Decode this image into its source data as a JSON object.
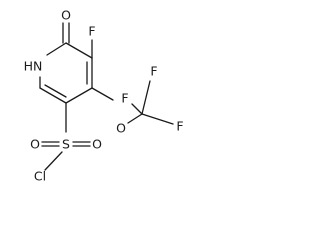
{
  "molecule": {
    "atoms": {
      "o_carbonyl": "O",
      "f_ring": "F",
      "nh": "HN",
      "o_ether": "O",
      "f_top": "F",
      "f_left": "F",
      "f_right": "F",
      "s": "S",
      "o_sulfonyl_left": "O",
      "o_sulfonyl_right": "O",
      "cl": "Cl"
    }
  },
  "colors": {
    "line": "#1a1a1a",
    "background": "#ffffff"
  }
}
